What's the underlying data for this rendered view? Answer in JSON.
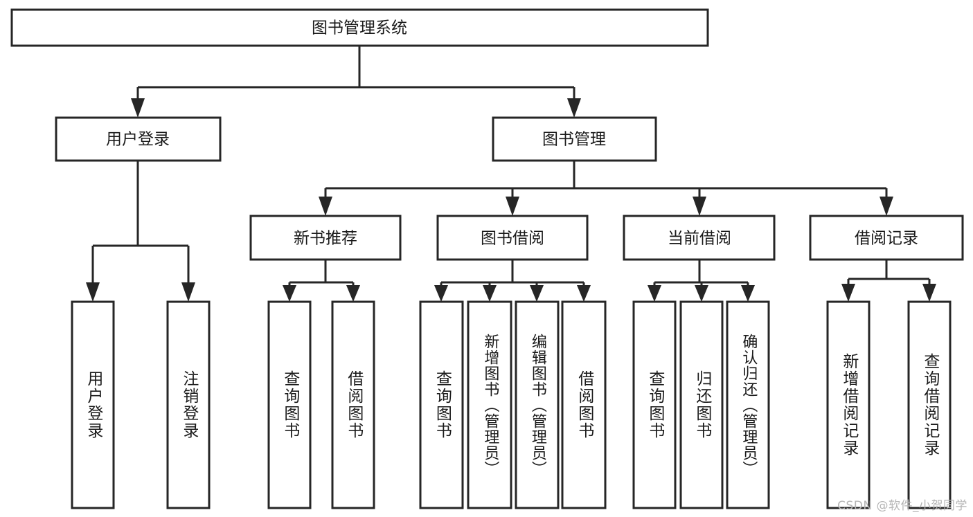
{
  "diagram": {
    "title": "图书管理系统",
    "type": "tree",
    "watermark": "CSDN @软件_小贺同学",
    "colors": {
      "stroke": "#262626",
      "fill": "#ffffff",
      "text": "#1a1a1a",
      "watermark": "#b5b5b5"
    },
    "levels": {
      "root": {
        "label": "图书管理系统"
      },
      "level2": [
        {
          "label": "用户登录"
        },
        {
          "label": "图书管理"
        }
      ],
      "level3": [
        {
          "label": "新书推荐"
        },
        {
          "label": "图书借阅"
        },
        {
          "label": "当前借阅"
        },
        {
          "label": "借阅记录"
        }
      ],
      "leaves": {
        "user_login": [
          {
            "label": "用户登录"
          },
          {
            "label": "注销登录"
          }
        ],
        "new_book_recommend": [
          {
            "label": "查询图书"
          },
          {
            "label": "借阅图书"
          }
        ],
        "book_borrow": [
          {
            "label": "查询图书"
          },
          {
            "label": "新增图书（管理员）"
          },
          {
            "label": "编辑图书（管理员）"
          },
          {
            "label": "借阅图书"
          }
        ],
        "current_borrow": [
          {
            "label": "查询图书"
          },
          {
            "label": "归还图书"
          },
          {
            "label": "确认归还（管理员）"
          }
        ],
        "borrow_records": [
          {
            "label": "新增借阅记录"
          },
          {
            "label": "查询借阅记录"
          }
        ]
      }
    }
  }
}
